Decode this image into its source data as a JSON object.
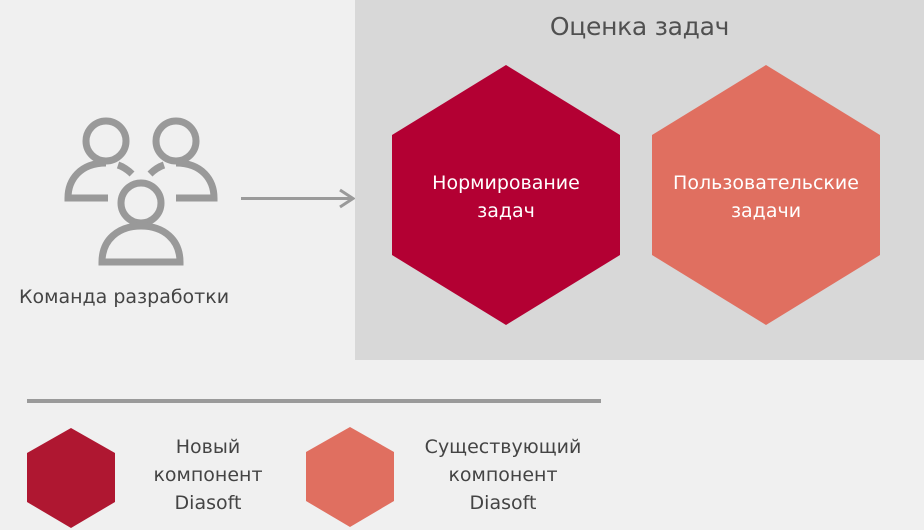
{
  "diagram": {
    "title": "Оценка задач",
    "source": {
      "label": "Команда разработки",
      "icon": "group-users-icon"
    },
    "arrow": {
      "from": "Команда разработки",
      "to": "Оценка задач"
    },
    "components": [
      {
        "label": "Нормирование\nзадач",
        "type": "new",
        "color": "#B30033"
      },
      {
        "label": "Пользовательские\nзадачи",
        "type": "existing",
        "color": "#E06F60"
      }
    ]
  },
  "legend": {
    "items": [
      {
        "label": "Новый\nкомпонент\nDiasoft",
        "color": "#AF1731"
      },
      {
        "label": "Существующий\nкомпонент\nDiasoft",
        "color": "#E06F60"
      }
    ]
  },
  "colors": {
    "background": "#F0F0F0",
    "panel": "#D8D8D8",
    "icon_stroke": "#999999",
    "text_dark": "#444444"
  }
}
